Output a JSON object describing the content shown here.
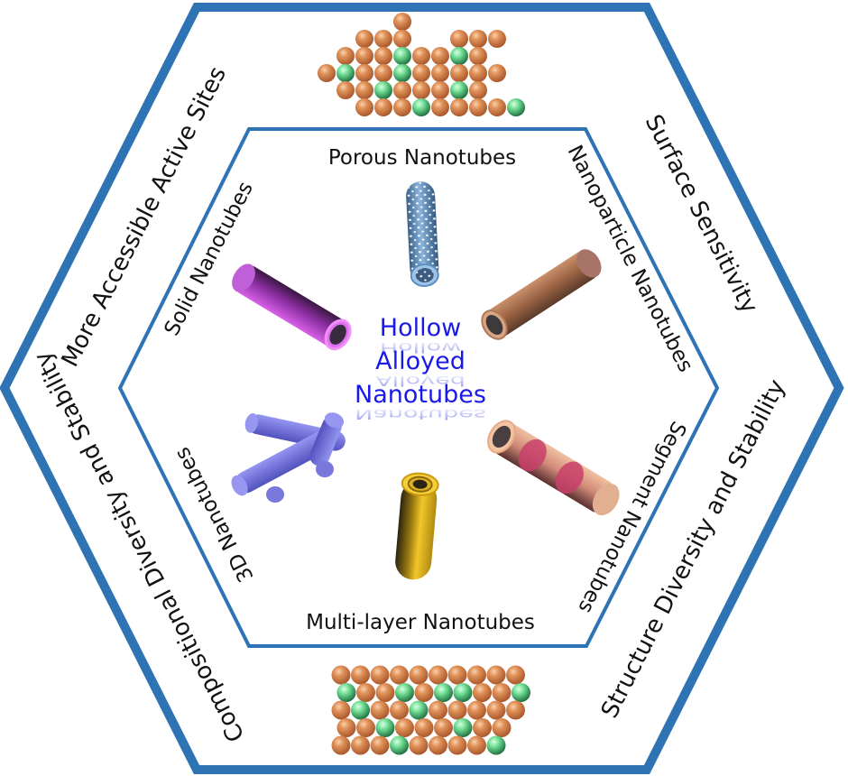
{
  "colors": {
    "frame": "#2e74b5",
    "copper_atom": "#d9874a",
    "copper_atom_dark": "#a5562a",
    "green_atom": "#6fdc92",
    "green_atom_dark": "#1f7a46",
    "center_text": "#1a1ae6"
  },
  "center": {
    "lines": [
      "Hollow",
      "Alloyed",
      "Nanotubes"
    ]
  },
  "outer_labels": {
    "top_left": "More Accessible Active Sites",
    "top_right": "Surface Sensitivity",
    "bottom_right": "Structure Diversity and Stability",
    "bottom_left": "Compositional Diversity and Stability"
  },
  "inner_labels": {
    "top": "Porous Nanotubes",
    "top_right": "Nanoparticle Nanotubes",
    "bottom_right": "Segment Nanotubes",
    "bottom": "Multi-layer Nanotubes",
    "bottom_left": "3D Nanotubes",
    "top_left": "Solid Nanotubes"
  },
  "nanotubes": [
    {
      "name": "porous-nanotube",
      "color": "#6a9bc8"
    },
    {
      "name": "nanoparticle-nanotube",
      "color": "#a06a4a"
    },
    {
      "name": "segment-nanotube",
      "color": "#c8485e"
    },
    {
      "name": "multilayer-nanotube",
      "color": "#d6a81a"
    },
    {
      "name": "3d-nanotube",
      "color": "#5a5ad0"
    },
    {
      "name": "solid-nanotube",
      "color": "#9a34b0"
    }
  ],
  "atom_lattices": {
    "top": {
      "rows": [
        "....C.......",
        "..CCC..CCC..",
        ".CCCGCCGC...",
        "CGCCGCCCCC..",
        ".CCGCCCGC...",
        "..CCCGCCCCG."
      ]
    },
    "bottom": {
      "rows": [
        "CCCCCCCCCC",
        "GCCGCGGCCG",
        "CGCCGCCCCC",
        "CCGCCCGCC.",
        "CCCGCCCCG."
      ]
    }
  }
}
